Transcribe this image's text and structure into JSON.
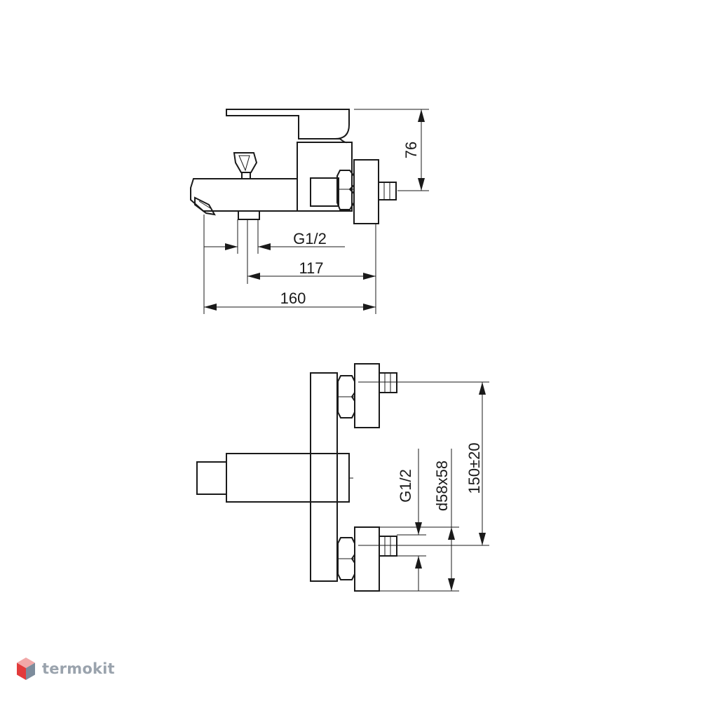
{
  "dimensions": {
    "height": "76",
    "connection_thread": "G1/2",
    "inlet_to_spout": "117",
    "total_length": "160",
    "front_thread": "G1/2",
    "rosette": "d58x58",
    "centre_distance": "150±20"
  },
  "brand": {
    "name": "termokit",
    "logo_icon": "hexagon-cube-logo-icon",
    "colors": {
      "top": "#f1a8a8",
      "left": "#e23b3b",
      "right": "#7d8c9c"
    }
  }
}
